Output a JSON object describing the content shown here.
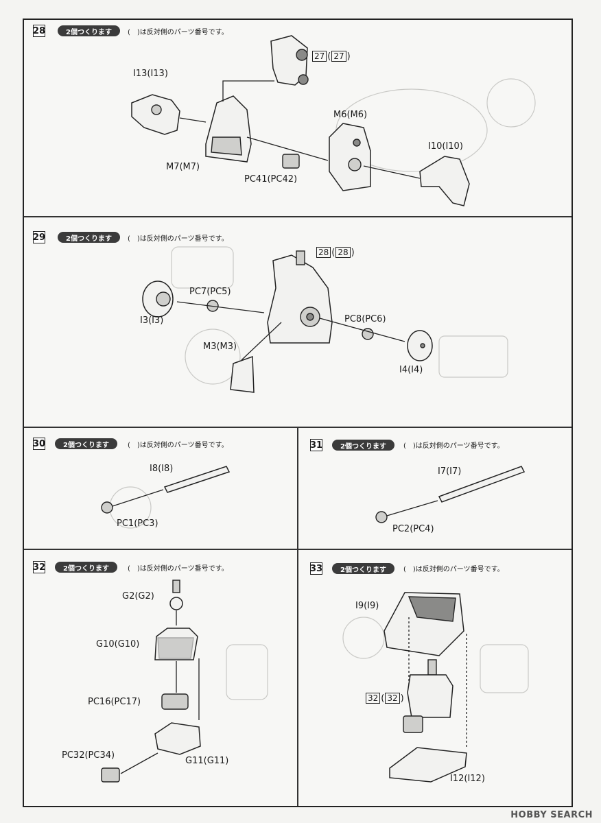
{
  "common": {
    "badge": "2個つくります",
    "note": "(　)は反対側のパーツ番号です。"
  },
  "steps": [
    {
      "number": "28",
      "labels": {
        "i13": "I13(I13)",
        "ref_a": "27",
        "ref_b": "27",
        "m6": "M6(M6)",
        "i10": "I10(I10)",
        "m7": "M7(M7)",
        "pc41": "PC41(PC42)"
      }
    },
    {
      "number": "29",
      "labels": {
        "ref_a": "28",
        "ref_b": "28",
        "pc7": "PC7(PC5)",
        "i3": "I3(I3)",
        "pc8": "PC8(PC6)",
        "m3": "M3(M3)",
        "i4": "I4(I4)"
      }
    },
    {
      "number": "30",
      "labels": {
        "i8": "I8(I8)",
        "pc1": "PC1(PC3)"
      }
    },
    {
      "number": "31",
      "labels": {
        "i7": "I7(I7)",
        "pc2": "PC2(PC4)"
      }
    },
    {
      "number": "32",
      "labels": {
        "g2": "G2(G2)",
        "g10": "G10(G10)",
        "pc16": "PC16(PC17)",
        "pc32": "PC32(PC34)",
        "g11": "G11(G11)"
      }
    },
    {
      "number": "33",
      "labels": {
        "i9": "I9(I9)",
        "ref_a": "32",
        "ref_b": "32",
        "i12": "I12(I12)"
      }
    }
  ],
  "watermark": "HOBBY SEARCH"
}
